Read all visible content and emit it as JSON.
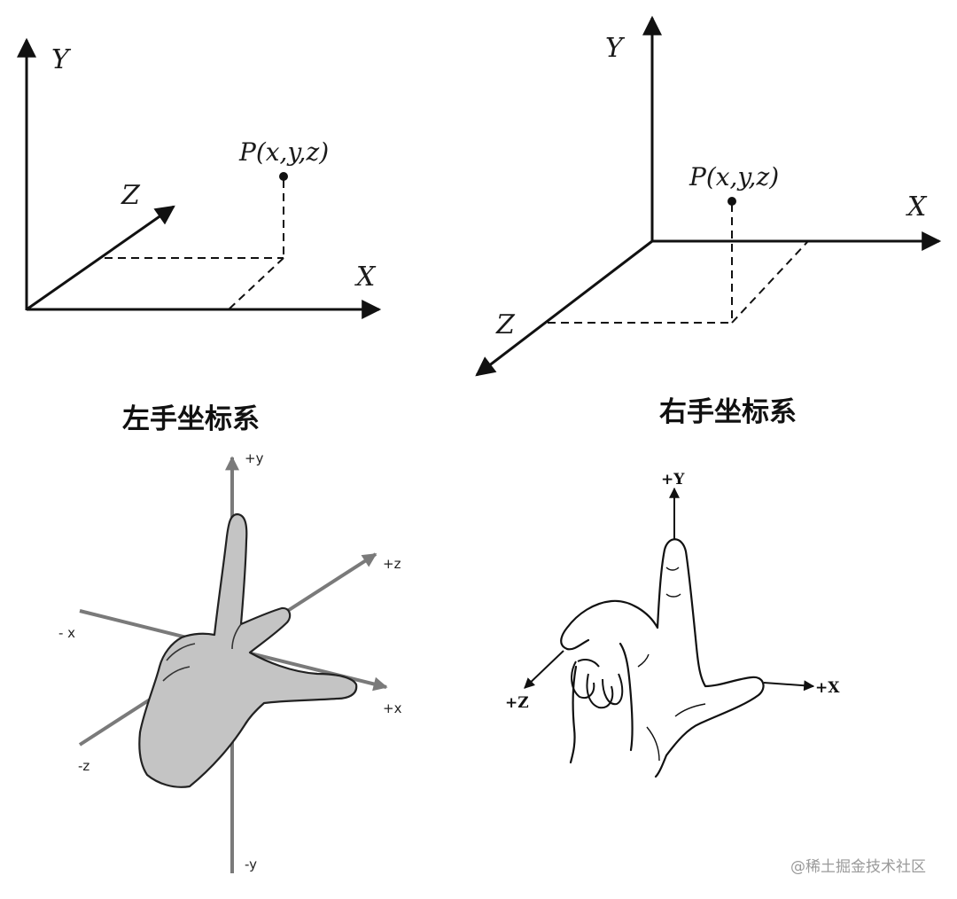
{
  "colors": {
    "line": "#111111",
    "hand_axis": "#7a7a7a",
    "hand_fill": "#c4c4c4",
    "hand_outline": "#222222",
    "watermark": "#9a9a9a"
  },
  "left_diagram": {
    "axis_y": "Y",
    "axis_x": "X",
    "axis_z": "Z",
    "point": "P(x,y,z)",
    "caption": "左手坐标系"
  },
  "right_diagram": {
    "axis_y": "Y",
    "axis_x": "X",
    "axis_z": "Z",
    "point": "P(x,y,z)",
    "caption": "右手坐标系"
  },
  "left_hand": {
    "plus_y": "+y",
    "minus_y": "-y",
    "plus_z": "+z",
    "minus_z": "-z",
    "plus_x": "+x",
    "minus_x": "- x"
  },
  "right_hand": {
    "plus_y": "+Y",
    "plus_x": "+X",
    "plus_z": "+Z"
  },
  "watermark": "@稀土掘金技术社区"
}
